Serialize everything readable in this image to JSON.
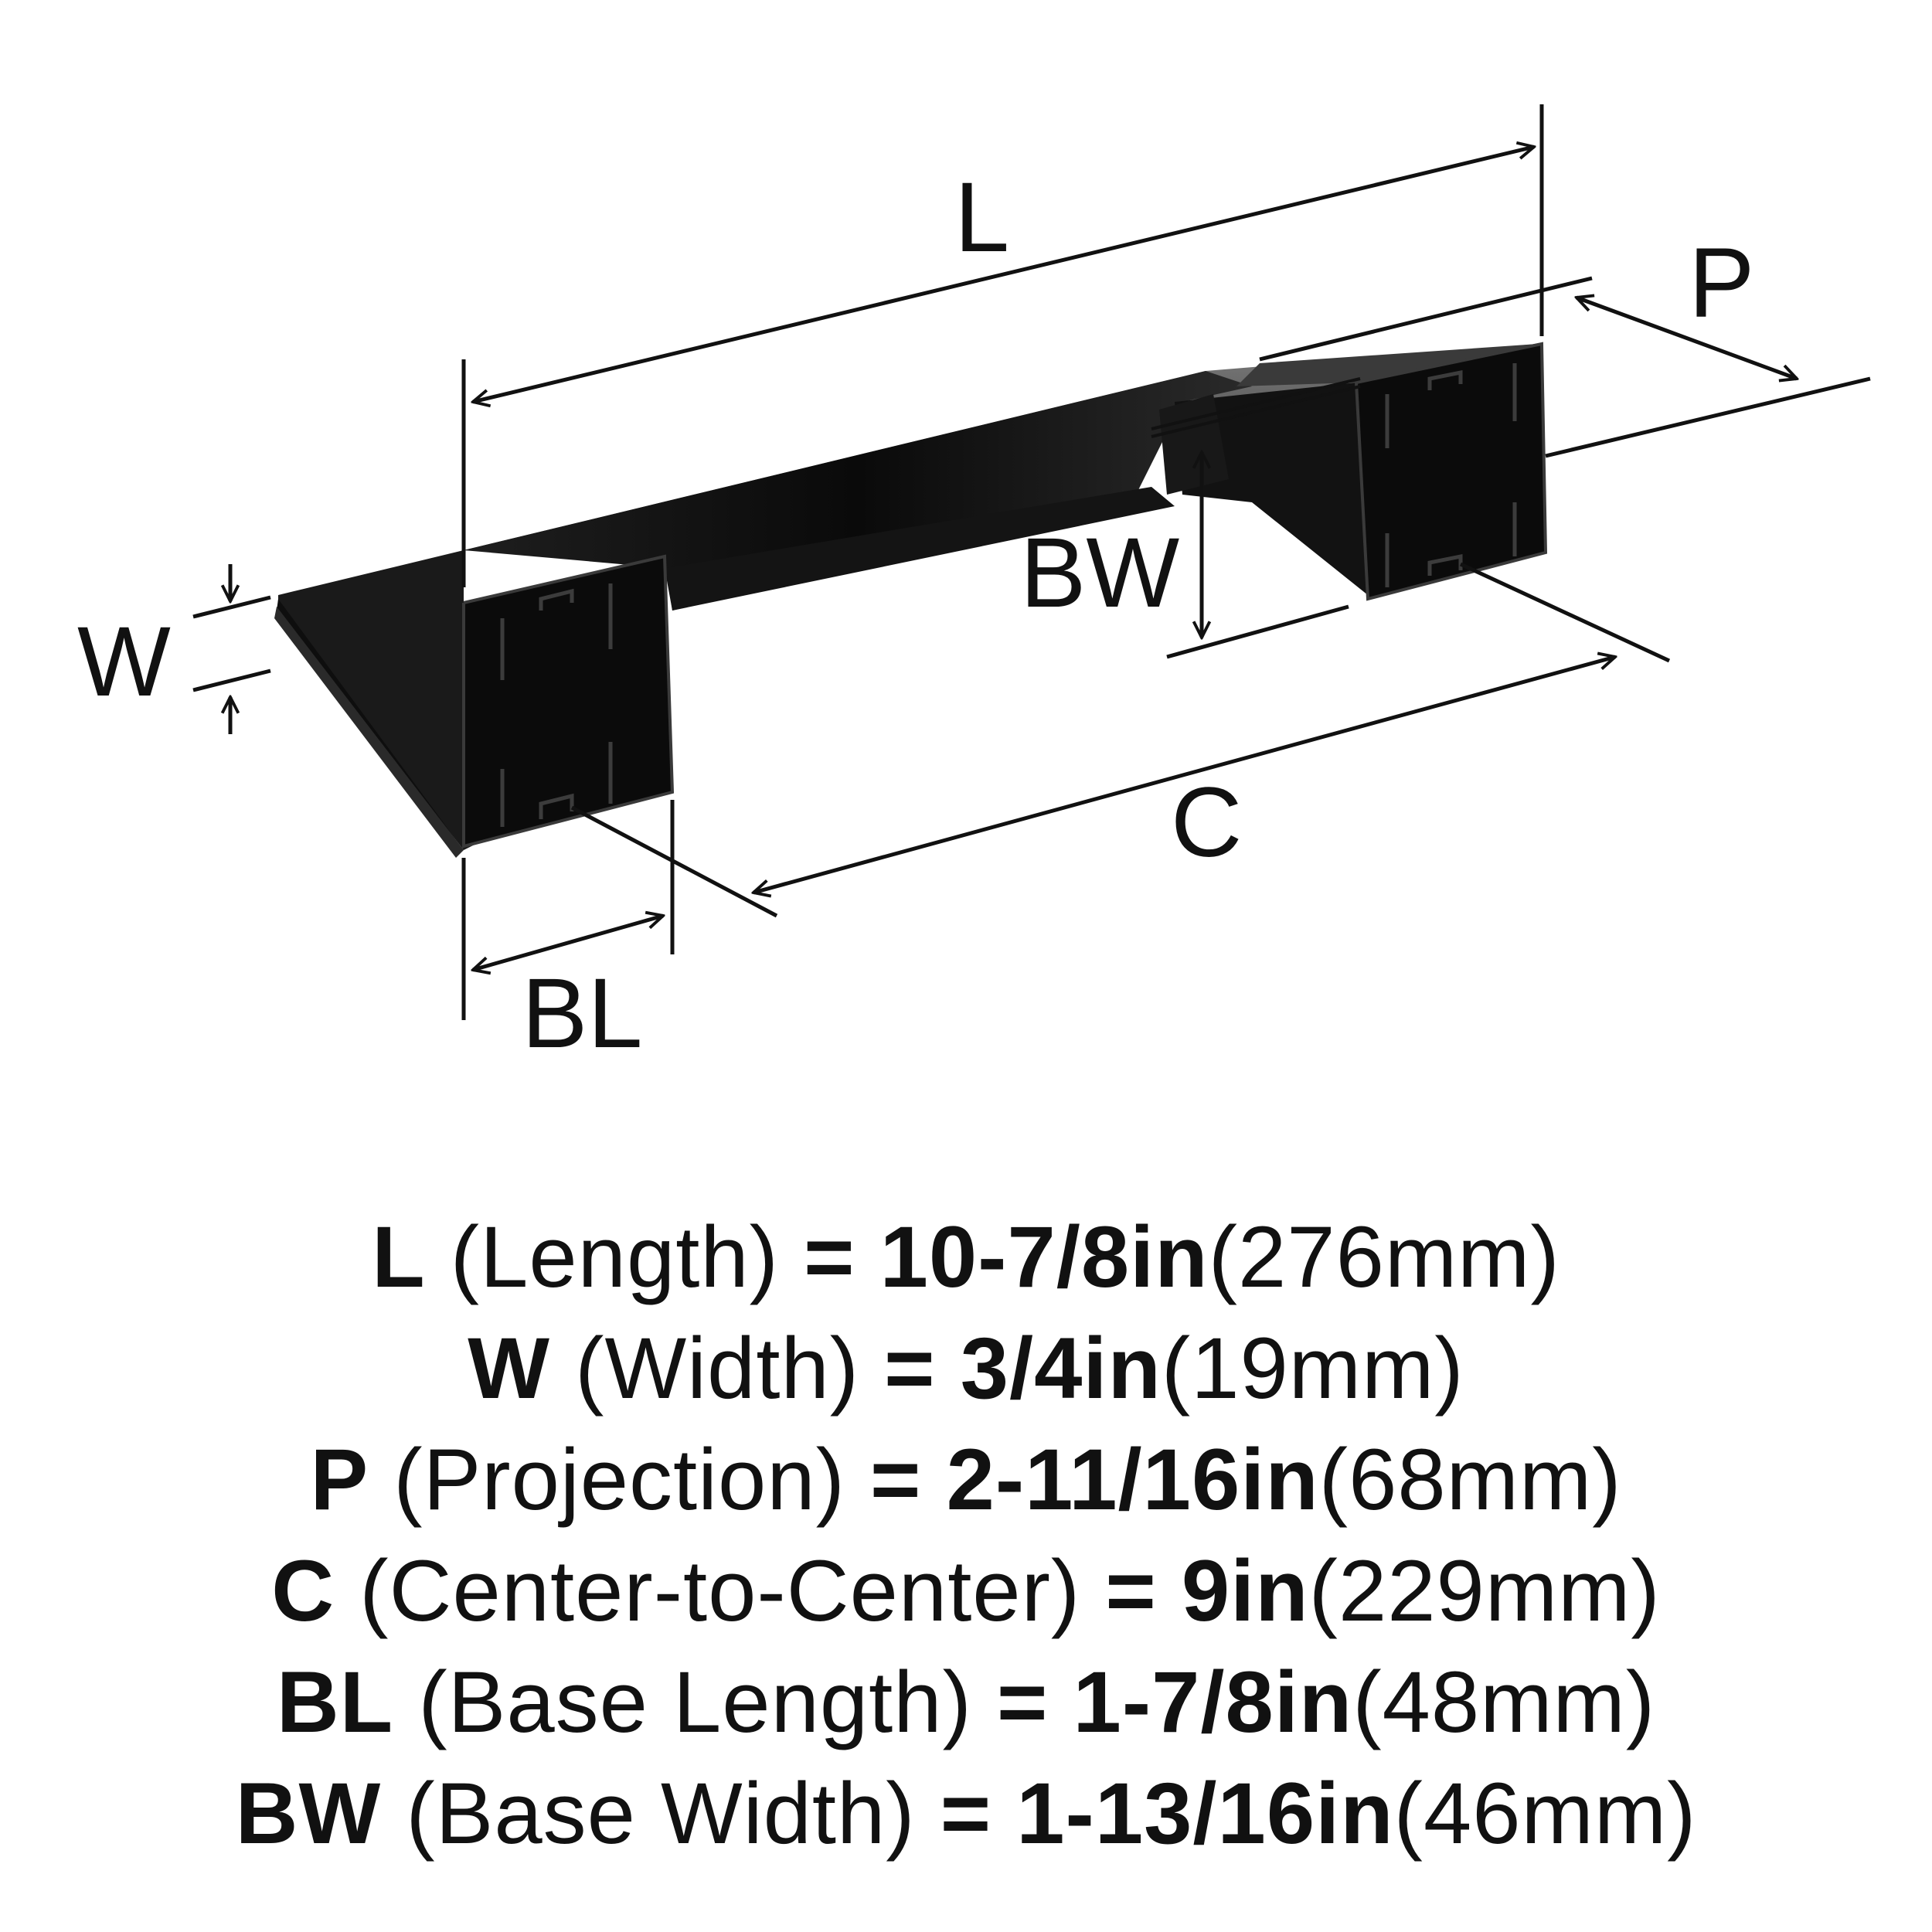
{
  "colors": {
    "handle": "#0c0c0c",
    "handle_highlight": "#6a6a6a",
    "handle_mid": "#2a2a2a",
    "dimension_lines": "#111111",
    "background": "#ffffff"
  },
  "diagram": {
    "labels": {
      "L": "L",
      "P": "P",
      "W": "W",
      "BW": "BW",
      "C": "C",
      "BL": "BL"
    }
  },
  "specs": [
    {
      "code": "L",
      "name": "(Length)",
      "op": "=",
      "imperial": "10-7/8in",
      "metric": "(276mm)"
    },
    {
      "code": "W",
      "name": "(Width)",
      "op": "=",
      "imperial": "3/4in",
      "metric": "(19mm)"
    },
    {
      "code": "P",
      "name": "(Projection)",
      "op": "=",
      "imperial": "2-11/16in",
      "metric": "(68mm)"
    },
    {
      "code": "C",
      "name": "(Center-to-Center)",
      "op": "=",
      "imperial": "9in",
      "metric": "(229mm)"
    },
    {
      "code": "BL",
      "name": "(Base Length)",
      "op": "=",
      "imperial": "1-7/8in",
      "metric": "(48mm)"
    },
    {
      "code": "BW",
      "name": "(Base Width)",
      "op": "=",
      "imperial": "1-13/16in",
      "metric": "(46mm)"
    }
  ]
}
